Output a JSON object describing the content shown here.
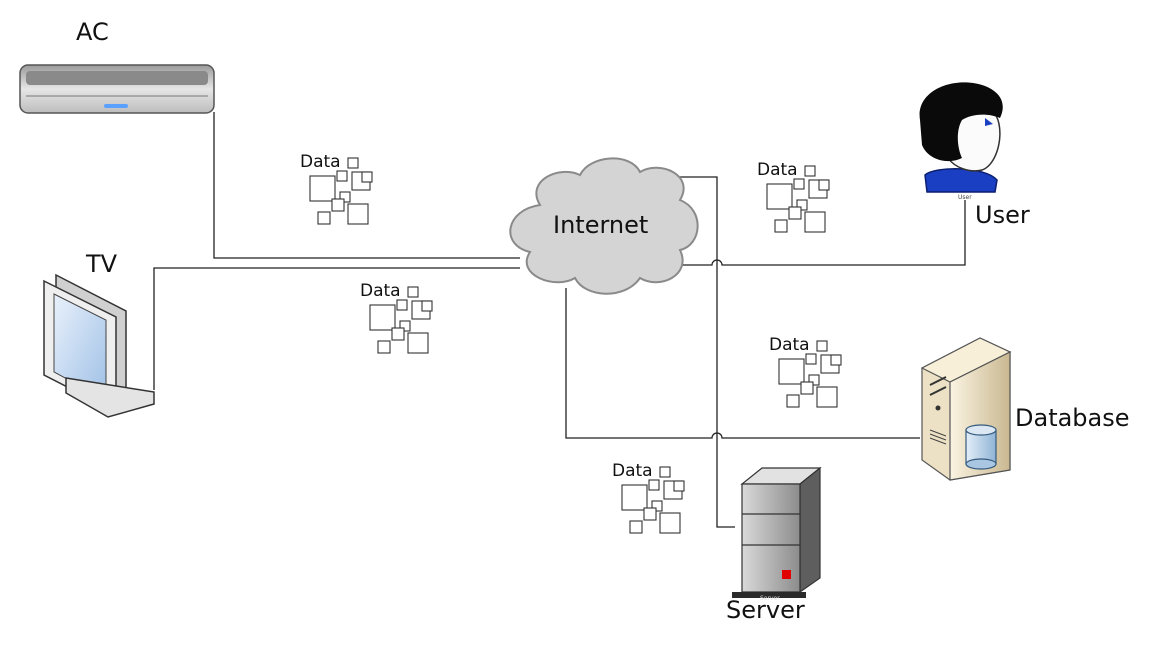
{
  "nodes": {
    "ac": {
      "label": "AC"
    },
    "tv": {
      "label": "TV"
    },
    "internet": {
      "label": "Internet"
    },
    "user": {
      "label": "User",
      "caption": "User"
    },
    "database": {
      "label": "Database"
    },
    "server": {
      "label": "Server",
      "caption": "Server"
    }
  },
  "packets": [
    {
      "label": "Data"
    },
    {
      "label": "Data"
    },
    {
      "label": "Data"
    },
    {
      "label": "Data"
    },
    {
      "label": "Data"
    }
  ],
  "colors": {
    "line": "#222222",
    "cloud_fill": "#d4d4d4",
    "cloud_stroke": "#8a8a8a",
    "server_led": "#e00000",
    "user_shirt": "#1a3fc2",
    "db_body": "#e8dcc0",
    "db_cylinder": "#bcd4ea"
  }
}
